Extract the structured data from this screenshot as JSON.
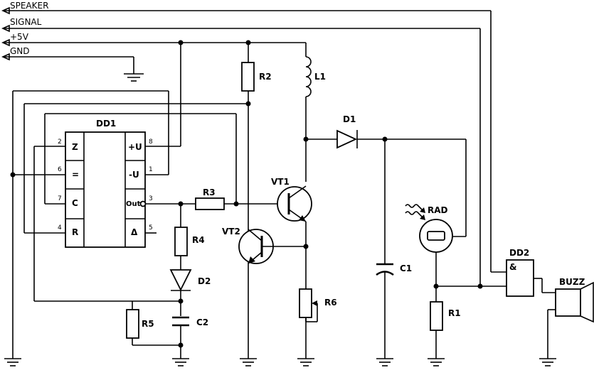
{
  "rails": {
    "speaker": "SPEAKER",
    "signal": "SIGNAL",
    "vcc": "+5V",
    "gnd": "GND"
  },
  "ic": {
    "name": "DD1",
    "left_pins": [
      {
        "num": "2",
        "label": "Z"
      },
      {
        "num": "6",
        "label": "="
      },
      {
        "num": "7",
        "label": "C"
      },
      {
        "num": "4",
        "label": "R"
      }
    ],
    "right_pins": [
      {
        "num": "8",
        "label": "+U"
      },
      {
        "num": "1",
        "label": "-U"
      },
      {
        "num": "3",
        "label": "Out"
      },
      {
        "num": "5",
        "label": "Δ"
      }
    ]
  },
  "parts": {
    "r2": "R2",
    "l1": "L1",
    "d1": "D1",
    "r3": "R3",
    "vt1": "VT1",
    "vt2": "VT2",
    "r4": "R4",
    "d2": "D2",
    "r5": "R5",
    "c2": "C2",
    "r6": "R6",
    "c1": "C1",
    "rad": "RAD",
    "r1": "R1",
    "dd2": "DD2",
    "gate": "&",
    "buzz": "BUZZ"
  },
  "colors": {
    "ink": "#000000",
    "background": "#ffffff"
  }
}
